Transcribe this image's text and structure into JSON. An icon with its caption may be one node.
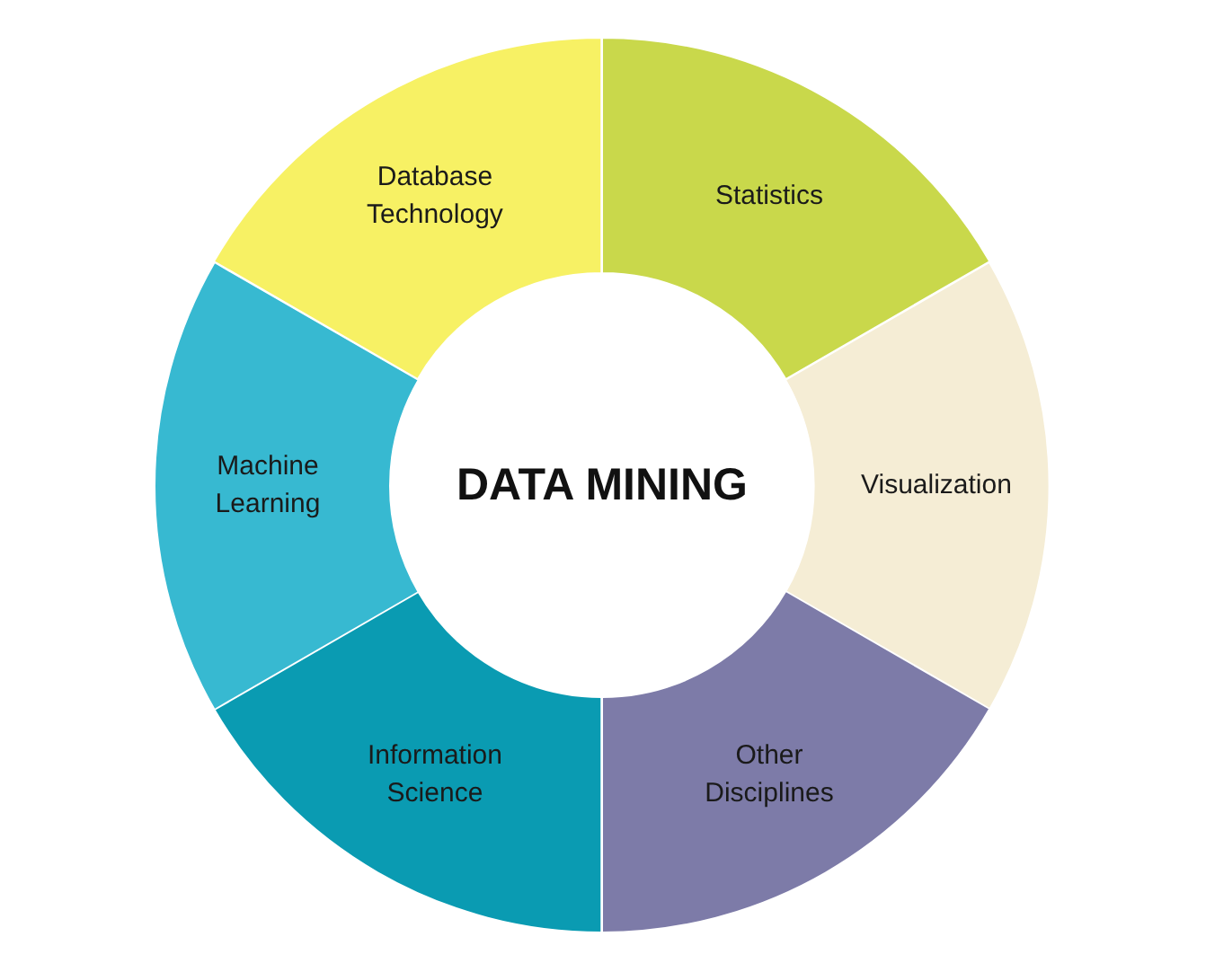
{
  "diagram": {
    "nodes": [
      {
        "text": [
          "Statistics"
        ]
      },
      {
        "text": [
          "Visualization"
        ]
      },
      {
        "text": [
          "Other Disciplines"
        ]
      },
      {
        "text": [
          "Information Science"
        ]
      },
      {
        "text": [
          "Machine Learning"
        ]
      },
      {
        "text": [
          "Database Technology"
        ]
      },
      {
        "text": [
          "DATA MINING"
        ]
      }
    ]
  }
}
